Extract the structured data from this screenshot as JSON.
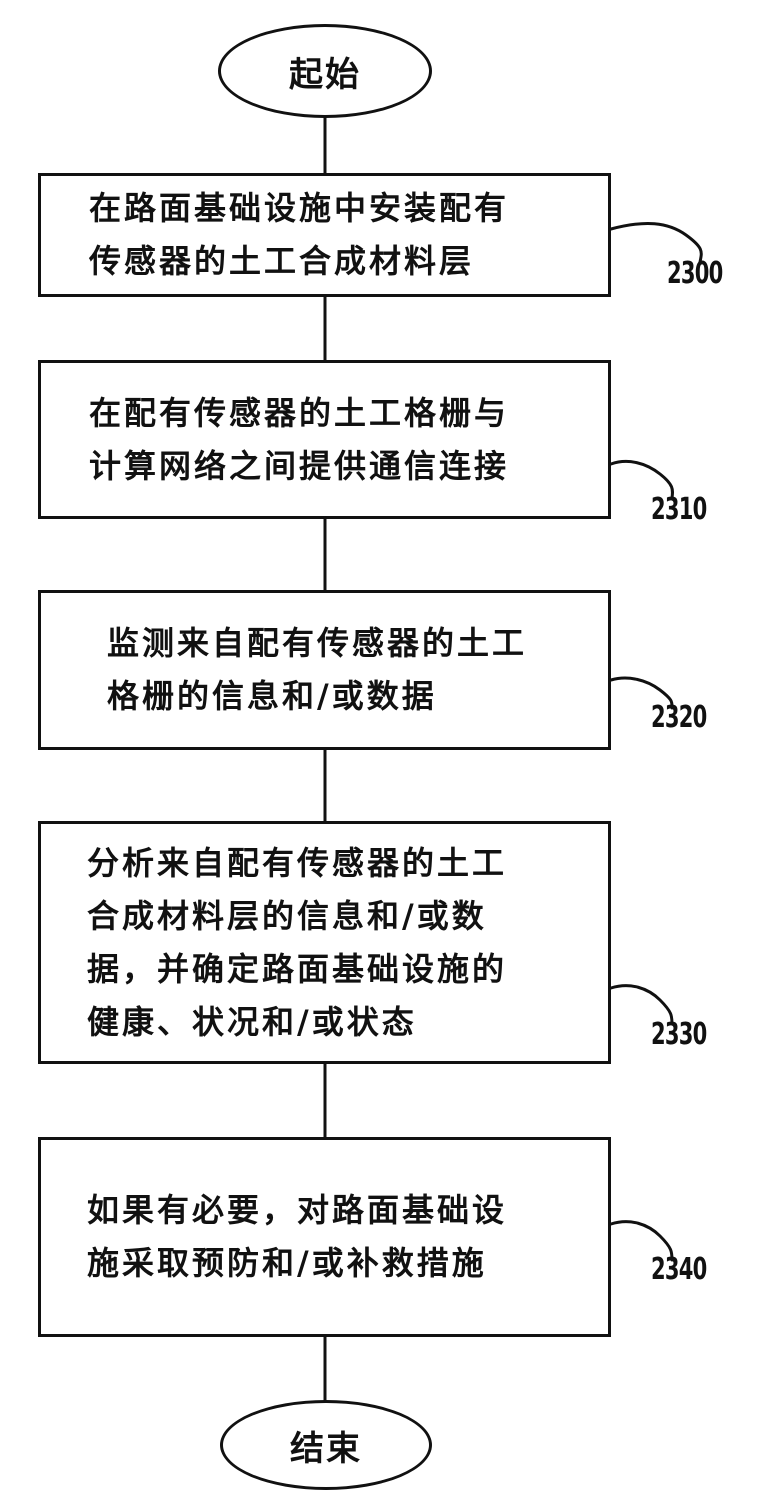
{
  "terminals": {
    "start": "起始",
    "end": "结束"
  },
  "steps": [
    {
      "ref": "2300",
      "text": "在路面基础设施中安装配有\n传感器的土工合成材料层"
    },
    {
      "ref": "2310",
      "text": "在配有传感器的土工格栅与\n计算网络之间提供通信连接"
    },
    {
      "ref": "2320",
      "text": "监测来自配有传感器的土工\n格栅的信息和/或数据"
    },
    {
      "ref": "2330",
      "text": "分析来自配有传感器的土工\n合成材料层的信息和/或数\n据，并确定路面基础设施的\n健康、状况和/或状态"
    },
    {
      "ref": "2340",
      "text": "如果有必要，对路面基础设\n施采取预防和/或补救措施"
    }
  ]
}
